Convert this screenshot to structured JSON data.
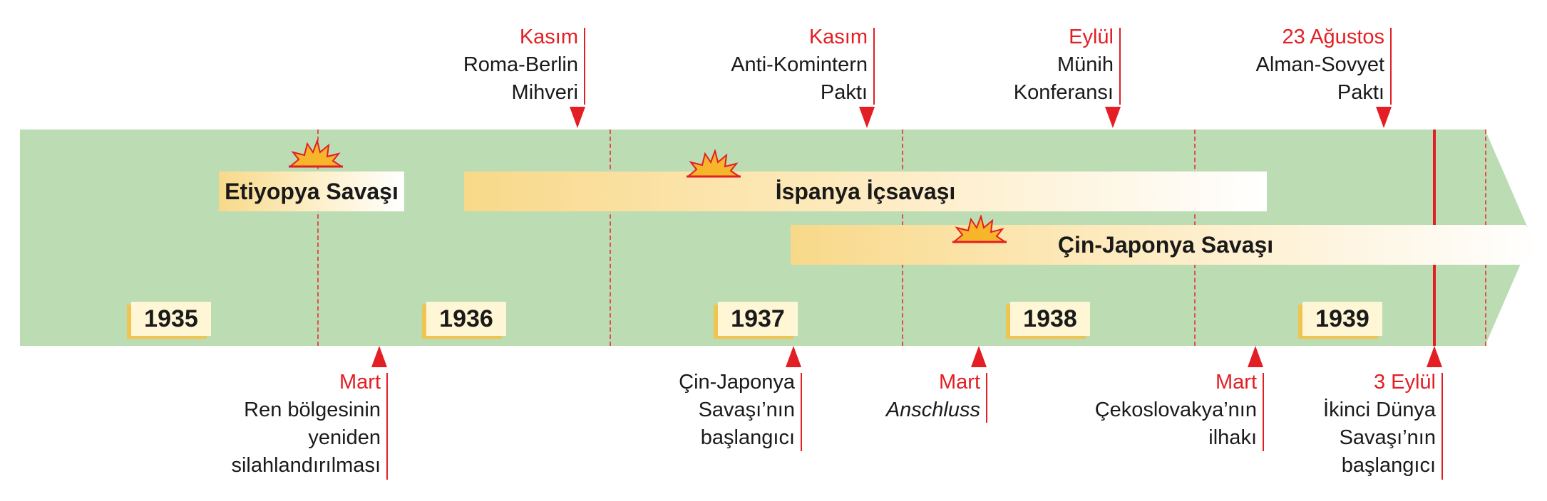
{
  "years": [
    "1935",
    "1936",
    "1937",
    "1938",
    "1939"
  ],
  "wars": {
    "ethiopia": "Etiyopya Savaşı",
    "spain": "İspanya İçsavaşı",
    "china_japan": "Çin-Japonya Savaşı"
  },
  "top_events": [
    {
      "month": "Kasım",
      "line1": "Roma-Berlin",
      "line2": "Mihveri"
    },
    {
      "month": "Kasım",
      "line1": "Anti-Komintern",
      "line2": "Paktı"
    },
    {
      "month": "Eylül",
      "line1": "Münih",
      "line2": "Konferansı"
    },
    {
      "month": "23 Ağustos",
      "line1": "Alman-Sovyet",
      "line2": "Paktı"
    }
  ],
  "bottom_events": [
    {
      "month": "Mart",
      "line1": "Ren bölgesinin",
      "line2": "yeniden",
      "line3": "silahlandırılması"
    },
    {
      "line1": "Çin-Japonya",
      "line2": "Savaşı’nın",
      "line3": "başlangıcı"
    },
    {
      "month": "Mart",
      "line1": "Anschluss"
    },
    {
      "month": "Mart",
      "line1": "Çekoslovakya’nın",
      "line2": "ilhakı"
    },
    {
      "month": "3 Eylül",
      "line1": "İkinci Dünya",
      "line2": "Savaşı’nın",
      "line3": "başlangıcı"
    }
  ],
  "colors": {
    "band": "#bcdcb4",
    "accent": "#e31e24",
    "bar": "#f8d98a"
  },
  "icons": {
    "conflict": "explosion-icon"
  }
}
